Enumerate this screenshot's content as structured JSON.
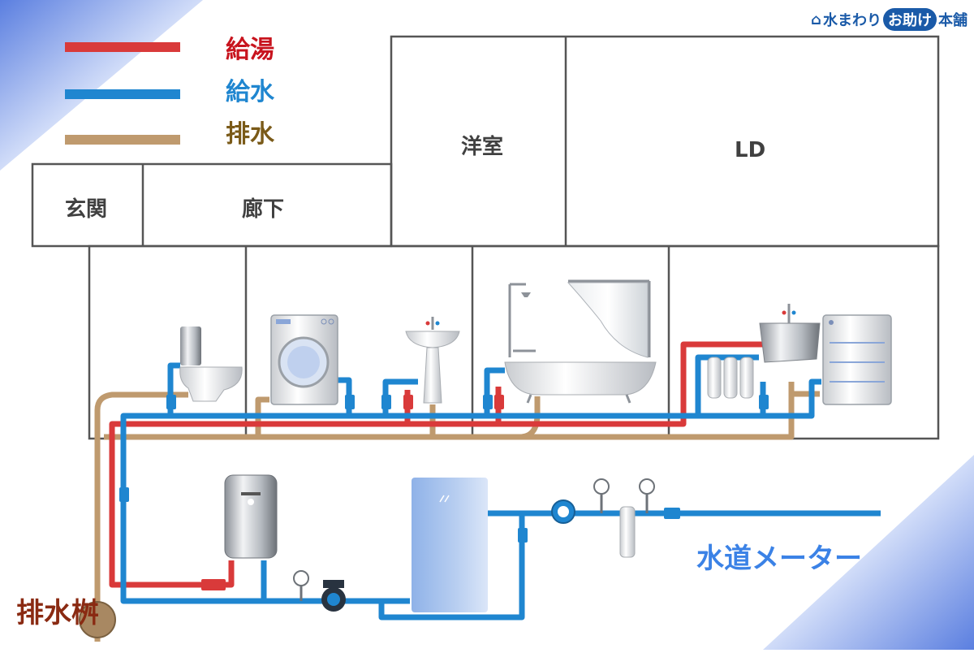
{
  "logo": {
    "prefix": "水まわり",
    "highlight": "お助け",
    "suffix": "本舗"
  },
  "legend": {
    "items": [
      {
        "label": "給湯",
        "color": "#d93a3a",
        "text_color": "#c8141e"
      },
      {
        "label": "給水",
        "color": "#1f86d0",
        "text_color": "#1f86d0"
      },
      {
        "label": "排水",
        "color": "#bf9a6e",
        "text_color": "#7a5a18"
      }
    ]
  },
  "rooms": {
    "genkan": "玄関",
    "rouka": "廊下",
    "youshitsu": "洋室",
    "ld": "LD"
  },
  "labels": {
    "water_meter": "水道メーター",
    "drain_basin": "排水桝"
  },
  "colors": {
    "hot": "#d93a3a",
    "cold": "#1f86d0",
    "drain": "#bf9a6e",
    "wall": "#555555"
  }
}
